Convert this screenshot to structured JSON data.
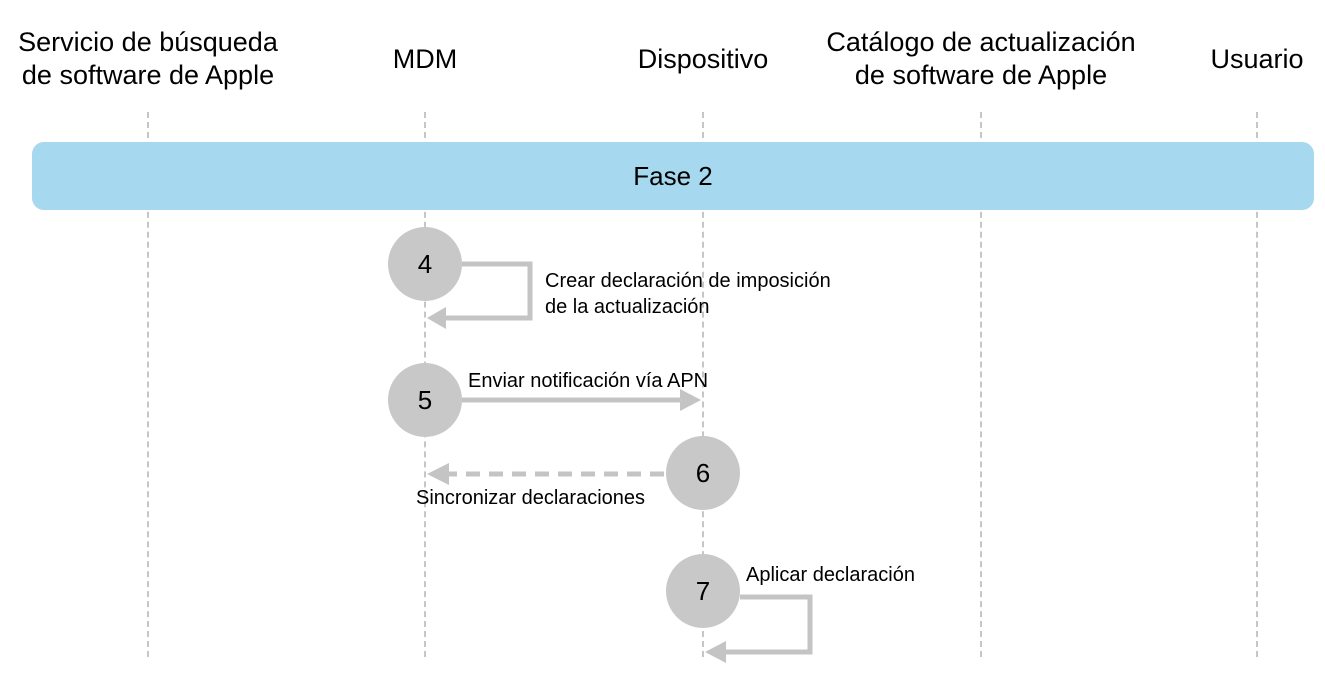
{
  "lanes": [
    {
      "name": "Servicio de búsqueda\nde software de Apple"
    },
    {
      "name": "MDM"
    },
    {
      "name": "Dispositivo"
    },
    {
      "name": "Catálogo de actualización\nde software de Apple"
    },
    {
      "name": "Usuario"
    }
  ],
  "phase": {
    "label": "Fase 2"
  },
  "steps": [
    {
      "number": "4",
      "label": "Crear declaración de imposición\nde la actualización"
    },
    {
      "number": "5",
      "label": "Enviar notificación vía APN"
    },
    {
      "number": "6",
      "label": "Sincronizar declaraciones"
    },
    {
      "number": "7",
      "label": "Aplicar declaración"
    }
  ],
  "colors": {
    "phase_fill": "#a6d9ef",
    "step_circle": "#c8c8c8",
    "arrow": "#c4c4c4",
    "lifeline": "#c6c6c6"
  }
}
